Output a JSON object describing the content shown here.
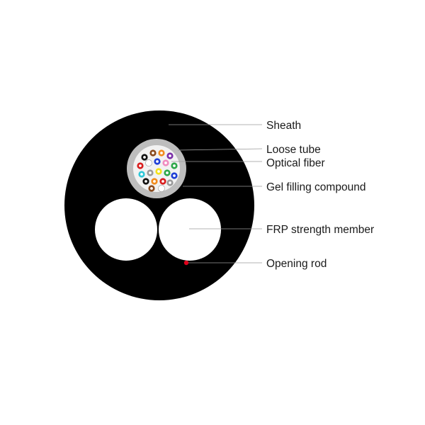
{
  "labels": {
    "sheath": "Sheath",
    "loose_tube": "Loose tube",
    "optical_fiber": "Optical fiber",
    "gel": "Gel filling compound",
    "frp": "FRP strength member",
    "opening_rod": "Opening rod"
  },
  "colors": {
    "sheath": "#000000",
    "loose_tube": "#bdbdbd",
    "gel_core": "#f2f2f2",
    "frp": "#ffffff",
    "opening_rod": "#e0001b",
    "leader_line": "#9a9a9a",
    "fibers": [
      "#1f3fd6",
      "#f28c1e",
      "#2ea84a",
      "#8a4b1f",
      "#9a9a9a",
      "#ffffff",
      "#d81e1e",
      "#111111",
      "#f4e21a",
      "#7b2fa8",
      "#f08cc0",
      "#2fc7d8"
    ]
  }
}
